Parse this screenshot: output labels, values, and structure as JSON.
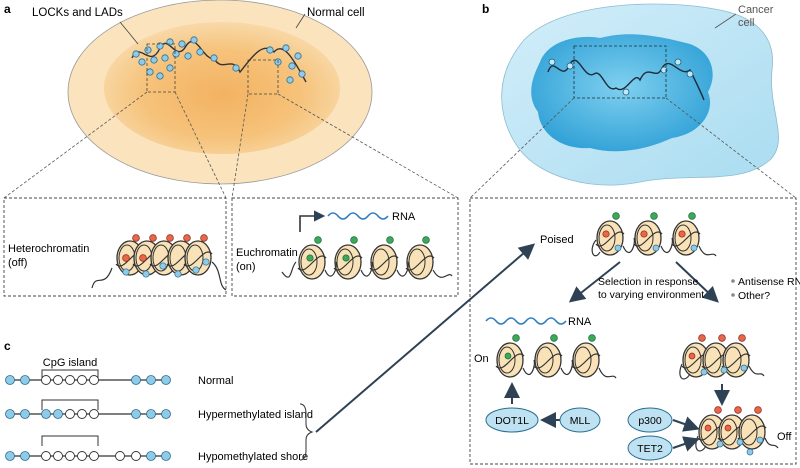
{
  "panel_a": {
    "letter": "a",
    "label_locks": "LOCKs and LADs",
    "label_normal": "Normal cell",
    "heterochromatin": [
      "Heterochromatin",
      "(off)"
    ],
    "euchromatin": [
      "Euchromatin",
      "(on)"
    ],
    "rna": "RNA"
  },
  "panel_b": {
    "letter": "b",
    "label_cancer": [
      "Cancer",
      "cell"
    ],
    "poised": "Poised",
    "selection": [
      "Selection in response",
      "to varying environment"
    ],
    "bullets": [
      "Antisense RNA",
      "Other?"
    ],
    "rna": "RNA",
    "on": "On",
    "off": "Off",
    "proteins": {
      "dot1l": "DOT1L",
      "mll": "MLL",
      "p300": "p300",
      "tet2": "TET2"
    }
  },
  "panel_c": {
    "letter": "c",
    "cpg_island": "CpG island",
    "rows": [
      "Normal",
      "Hypermethylated island",
      "Hypomethylated shore"
    ]
  },
  "colors": {
    "normal_cell": "#f7ddb0",
    "normal_nucleus": "#f6c27a",
    "cancer_cell": "#bfe6f5",
    "cancer_nucleus": "#4cb4df",
    "methyl_blue": "#8fcbe8",
    "mark_red": "#e8664a",
    "mark_green": "#3aaa5a",
    "dark_arrow": "#2f4255"
  }
}
